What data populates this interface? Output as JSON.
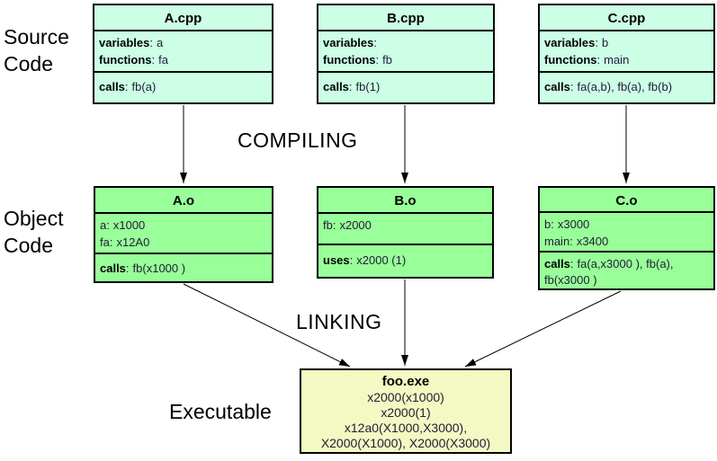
{
  "separator": ":",
  "row_labels": {
    "source": "Source Code",
    "object": "Object Code",
    "executable": "Executable"
  },
  "stages": {
    "compiling": "COMPILING",
    "linking": "LINKING"
  },
  "source_boxes": [
    {
      "title": "A.cpp",
      "decls": [
        {
          "label": "variables",
          "value": "a"
        },
        {
          "label": "functions",
          "value": "fa"
        }
      ],
      "calls": {
        "label": "calls",
        "value": "fb(a)"
      }
    },
    {
      "title": "B.cpp",
      "decls": [
        {
          "label": "variables",
          "value": ""
        },
        {
          "label": "functions",
          "value": "fb"
        }
      ],
      "calls": {
        "label": "calls",
        "value": "fb(1)"
      }
    },
    {
      "title": "C.cpp",
      "decls": [
        {
          "label": "variables",
          "value": "b"
        },
        {
          "label": "functions",
          "value": "main"
        }
      ],
      "calls": {
        "label": "calls",
        "value": "fa(a,b), fb(a), fb(b)"
      }
    }
  ],
  "object_boxes": [
    {
      "title": "A.o",
      "symbols": [
        {
          "label": "a",
          "value": "x1000"
        },
        {
          "label": "fa",
          "value": "x12A0"
        }
      ],
      "refs": {
        "label": "calls",
        "value": "fb(x1000 )"
      }
    },
    {
      "title": "B.o",
      "symbols": [
        {
          "label": "fb",
          "value": "x2000"
        }
      ],
      "refs": {
        "label": "uses",
        "value": "x2000 (1)"
      }
    },
    {
      "title": "C.o",
      "symbols": [
        {
          "label": "b",
          "value": "x3000"
        },
        {
          "label": "main",
          "value": "x3400"
        }
      ],
      "refs": {
        "label": "calls",
        "value": "fa(a,x3000 ), fb(a), fb(x3000 )"
      }
    }
  ],
  "executable_box": {
    "title": "foo.exe",
    "lines": [
      "x2000(x1000)",
      "x2000(1)",
      "x12a0(X1000,X3000),",
      "X2000(X1000), X2000(X3000)"
    ]
  },
  "colors": {
    "source_fill": "#ccffe6",
    "object_fill": "#99ff99",
    "executable_fill": "#f4f8c2",
    "border": "#000000"
  }
}
